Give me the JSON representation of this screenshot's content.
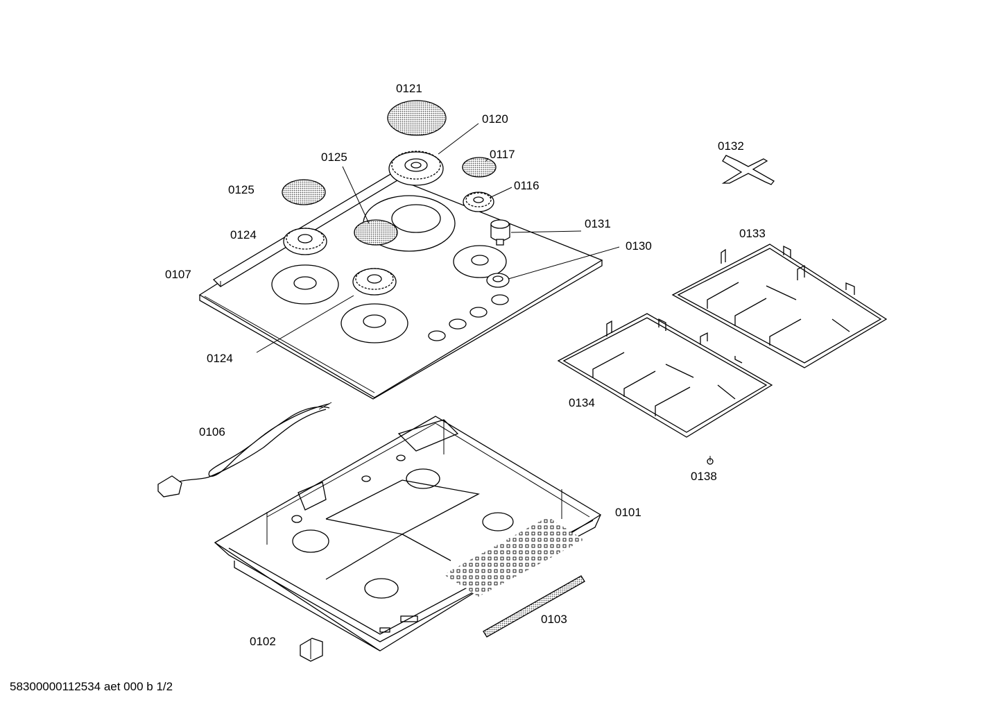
{
  "labels": {
    "l0121": "0121",
    "l0120": "0120",
    "l0117": "0117",
    "l0125a": "0125",
    "l0125b": "0125",
    "l0116": "0116",
    "l0132": "0132",
    "l0124a": "0124",
    "l0131": "0131",
    "l0130": "0130",
    "l0133": "0133",
    "l0107": "0107",
    "l0124b": "0124",
    "l0134": "0134",
    "l0106": "0106",
    "l0138": "0138",
    "l0101": "0101",
    "l0103": "0103",
    "l0102": "0102"
  },
  "footer": "58300000112534 aet 000 b 1/2"
}
